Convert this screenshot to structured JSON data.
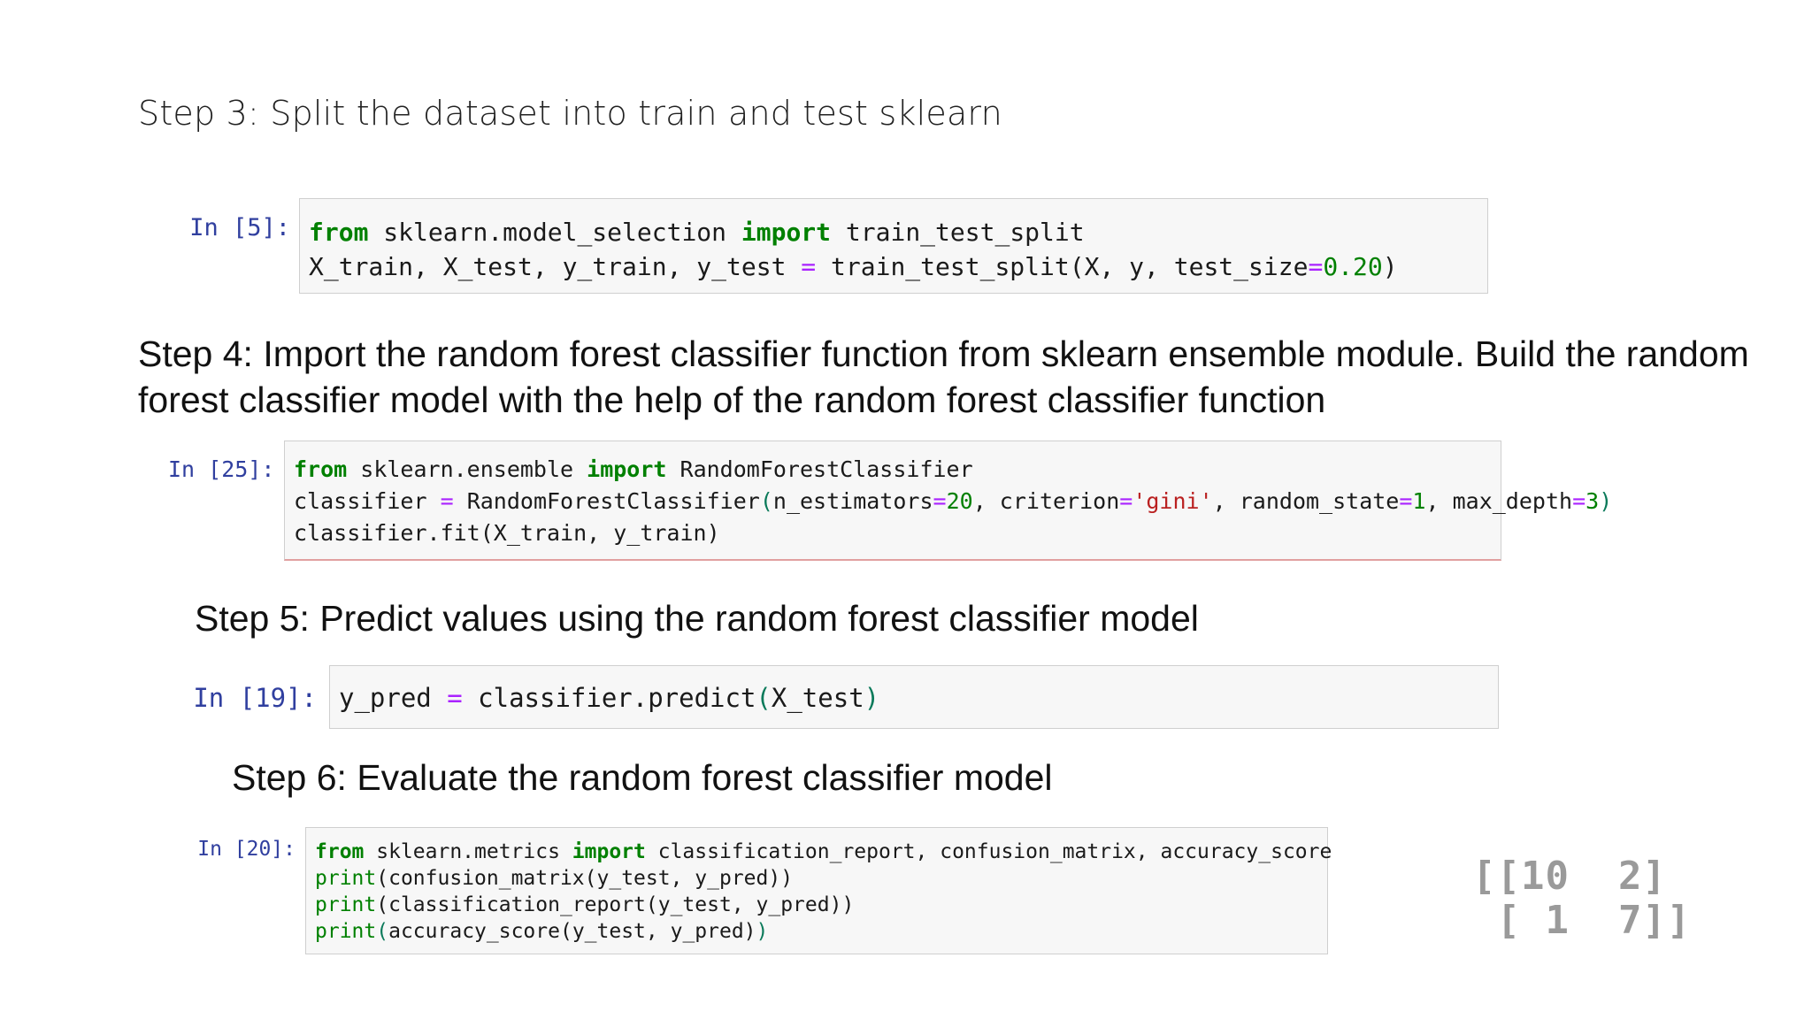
{
  "headings": {
    "step3": "Step 3: Split the dataset into train and test sklearn",
    "step4": "Step 4: Import the random forest classifier function from sklearn ensemble module. Build the random forest classifier model with the help of the random forest classifier function",
    "step5": "Step 5: Predict values using the random forest classifier model",
    "step6": "Step 6: Evaluate the random forest classifier model"
  },
  "cells": {
    "split": {
      "prompt": "In [5]:",
      "lines": [
        "from sklearn.model_selection import train_test_split",
        "X_train, X_test, y_train, y_test = train_test_split(X, y, test_size=0.20)"
      ]
    },
    "build": {
      "prompt": "In [25]:",
      "lines": [
        "from sklearn.ensemble import RandomForestClassifier",
        "classifier = RandomForestClassifier(n_estimators=20, criterion='gini', random_state=1, max_depth=3)",
        "classifier.fit(X_train, y_train)"
      ]
    },
    "predict": {
      "prompt": "In [19]:",
      "lines": [
        "y_pred = classifier.predict(X_test)"
      ]
    },
    "evaluate": {
      "prompt": "In [20]:",
      "lines": [
        "from sklearn.metrics import classification_report, confusion_matrix, accuracy_score",
        "print(confusion_matrix(y_test, y_pred))",
        "print(classification_report(y_test, y_pred))",
        "print(accuracy_score(y_test, y_pred))"
      ]
    }
  },
  "output": {
    "confusion_matrix_lines": [
      "[[10  2]",
      " [ 1  7]]"
    ]
  }
}
